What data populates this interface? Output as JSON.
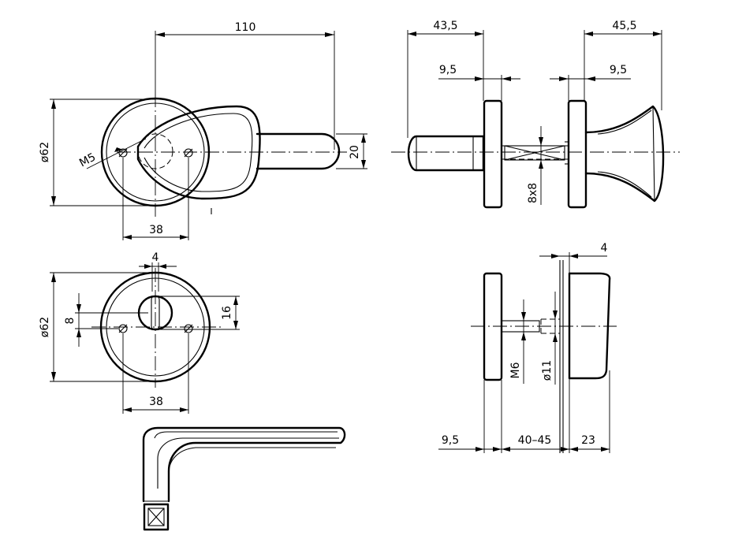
{
  "dimensions": {
    "top_view": {
      "length": "110",
      "height": "20",
      "rose_diameter": "ø62",
      "thread": "M5",
      "hole_spacing": "38"
    },
    "rose_front": {
      "slot_width": "4",
      "key_height": "8",
      "slot_height": "16",
      "rose_diameter": "ø62",
      "hole_spacing": "38"
    },
    "side_view": {
      "lever_side_length": "43,5",
      "knob_side_length": "45,5",
      "rose_left": "9,5",
      "rose_right": "9,5",
      "spindle": "8x8"
    },
    "section_view": {
      "wall": "4",
      "screw": "M6",
      "bore": "ø11",
      "rose_thickness": "9,5",
      "door_range": "40–45",
      "knob_depth": "23"
    }
  }
}
